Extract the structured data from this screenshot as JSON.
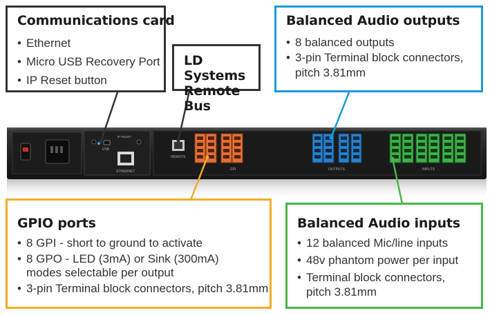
{
  "callouts": {
    "comm": {
      "title": "Communications card",
      "items": [
        "Ethernet",
        "Micro USB Recovery Port",
        "IP Reset button"
      ]
    },
    "ldsys": {
      "title": "LD Systems Remote Bus"
    },
    "outputs": {
      "title": "Balanced Audio outputs",
      "items": [
        "8 balanced outputs",
        "3-pin Terminal block connectors,",
        "pitch 3.81mm"
      ]
    },
    "gpio": {
      "title": "GPIO ports",
      "items": [
        "8 GPI - short to ground to activate",
        "8 GPO - LED (3mA) or Sink (300mA)",
        "modes selectable per output",
        "3-pin Terminal block connectors, pitch 3.81mm"
      ]
    },
    "inputs": {
      "title": "Balanced Audio inputs",
      "items": [
        "12 balanced Mic/line inputs",
        "48v phantom power per input",
        "Terminal block connectors,",
        "pitch 3.81mm"
      ]
    }
  },
  "panel": {
    "usb": "USB",
    "ip_reset": "IP RESET",
    "ethernet": "ETHERNET",
    "remote": "REMOTE",
    "gpi": "GPI",
    "outputs": "OUTPUTS",
    "inputs": "INPUTS"
  },
  "colors": {
    "dark": "#333333",
    "blue": "#1a9ad7",
    "orange": "#f3ab27",
    "green": "#48b549",
    "gpio_terminal": "#e0703a",
    "output_terminal": "#2b7fc4",
    "input_terminal": "#3fae4a"
  }
}
